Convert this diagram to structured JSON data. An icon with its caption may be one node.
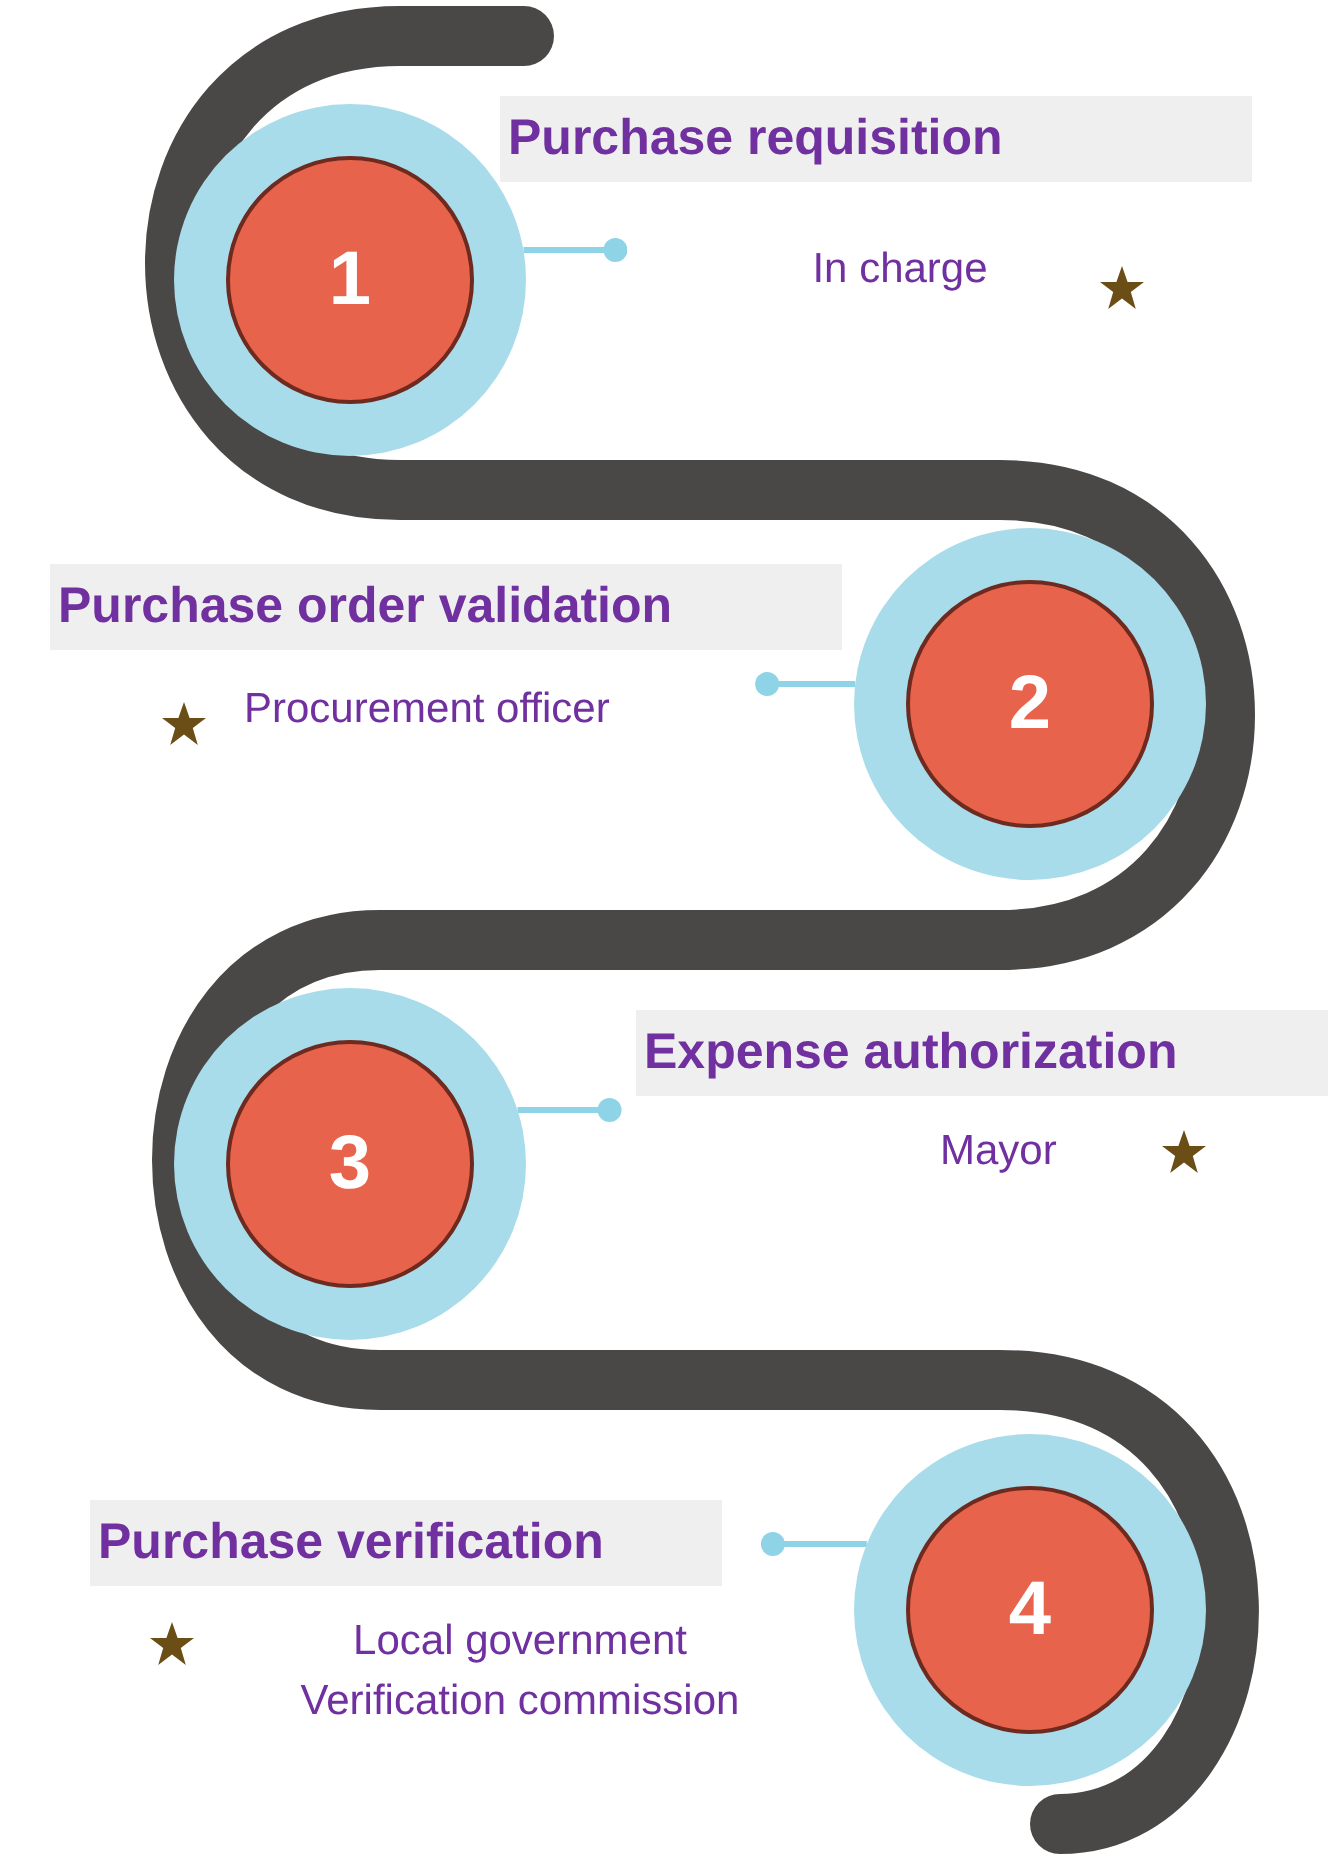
{
  "diagram": {
    "nodes": [
      {
        "text": [
          "1"
        ]
      },
      {
        "text": [
          "Purchase requisition"
        ],
        "beside": [
          "In charge"
        ]
      },
      {
        "text": [
          "2"
        ]
      },
      {
        "text": [
          "Purchase order validation"
        ],
        "beside": [
          "Procurement officer"
        ]
      },
      {
        "text": [
          "3"
        ]
      },
      {
        "text": [
          "Expense authorization"
        ],
        "beside": [
          "Mayor"
        ]
      },
      {
        "text": [
          "4"
        ]
      },
      {
        "text": [
          "Purchase verification"
        ],
        "beside": [
          "Local government Verification commission"
        ]
      }
    ],
    "edges": [
      {
        "from": 0,
        "to": 1,
        "arrow": "other"
      },
      {
        "from": 2,
        "to": 3,
        "arrow": "other"
      },
      {
        "from": 4,
        "to": 5,
        "arrow": "other"
      },
      {
        "from": 6,
        "to": 7,
        "arrow": "other"
      }
    ]
  }
}
